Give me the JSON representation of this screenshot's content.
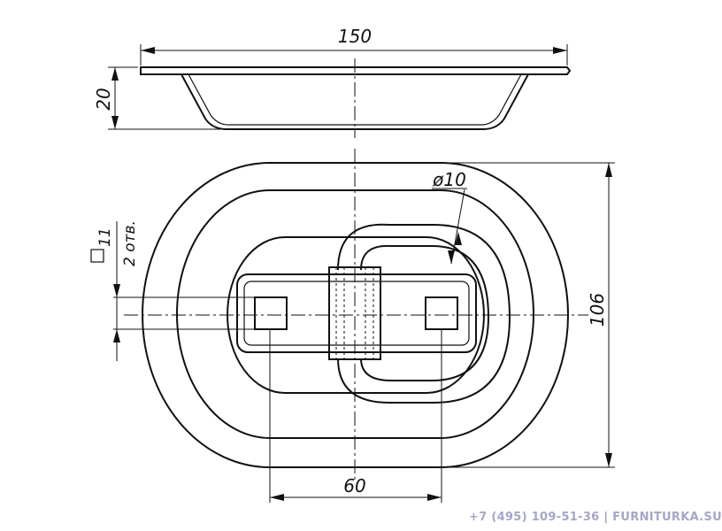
{
  "dimensions": {
    "width_top": "150",
    "height_side": "20",
    "hole_diameter": "ø10",
    "square_hole": "11",
    "holes_count": "2 отв.",
    "height_plan": "106",
    "hole_spacing": "60"
  },
  "footer": {
    "text": "+7 (495) 109-51-36 | FURNITURKA.SU"
  }
}
